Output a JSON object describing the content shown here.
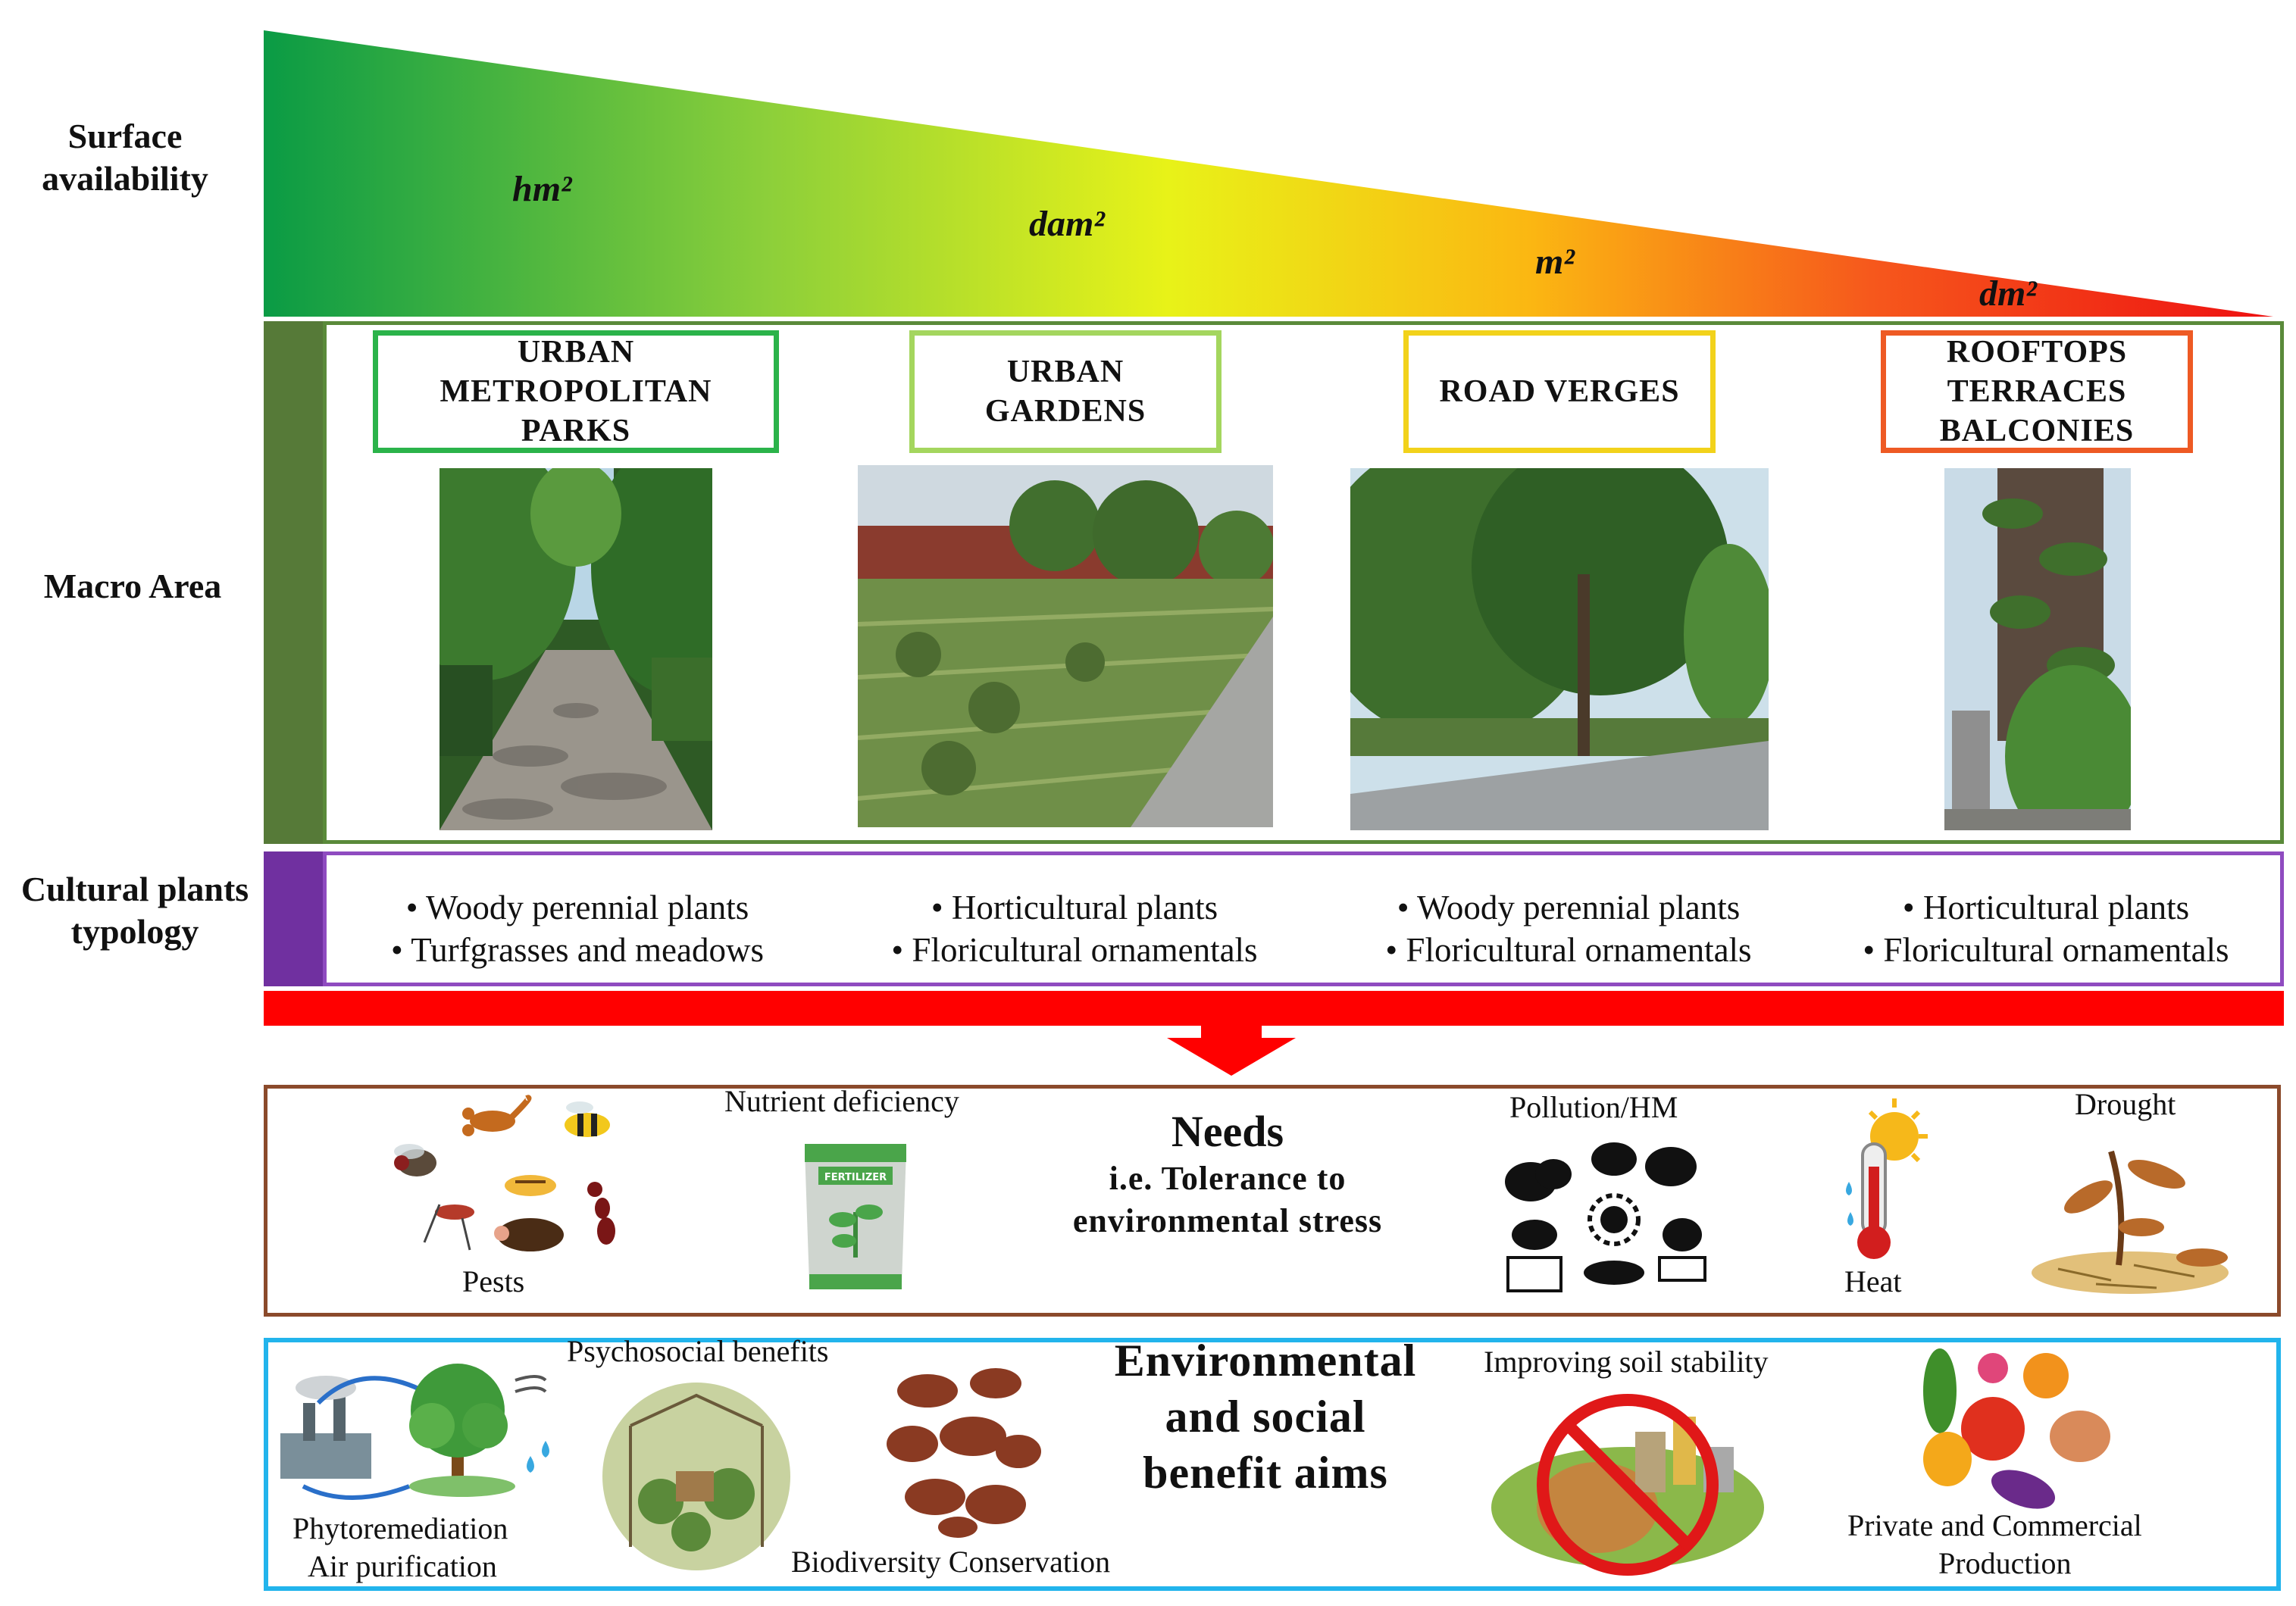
{
  "row_labels": {
    "surface": "Surface availability",
    "macro": "Macro Area",
    "typology": "Cultural plants typology"
  },
  "surface_units": [
    "hm²",
    "dam²",
    "m²",
    "dm²"
  ],
  "macro_areas": [
    {
      "title": "URBAN METROPOLITAN PARKS",
      "color": "#2bb34a",
      "plants": [
        "• Woody perennial plants",
        "• Turfgrasses and meadows"
      ]
    },
    {
      "title": "URBAN GARDENS",
      "color": "#a4d65e",
      "plants": [
        "• Horticultural plants",
        "• Floricultural ornamentals"
      ]
    },
    {
      "title": "ROAD VERGES",
      "color": "#f2d21b",
      "plants": [
        "• Woody perennial plants",
        "• Floricultural ornamentals"
      ]
    },
    {
      "title": "ROOFTOPS TERRACES BALCONIES",
      "color": "#ee5a24",
      "plants": [
        "• Horticultural plants",
        "• Floricultural ornamentals"
      ]
    }
  ],
  "needs": {
    "title": "Needs",
    "subtitle_1": "i.e. Tolerance to",
    "subtitle_2": "environmental stress",
    "items": {
      "pests": "Pests",
      "nutrient": "Nutrient deficiency",
      "fertilizer": "FERTILIZER",
      "pollution": "Pollution/HM",
      "heat": "Heat",
      "drought": "Drought"
    }
  },
  "benefits": {
    "title_1": "Environmental",
    "title_2": "and social",
    "title_3": "benefit aims",
    "items": {
      "phyto_1": "Phytoremediation",
      "phyto_2": "Air purification",
      "psycho": "Psychosocial benefits",
      "biodiversity": "Biodiversity Conservation",
      "soil": "Improving soil stability",
      "production_1": "Private and Commercial",
      "production_2": "Production"
    }
  },
  "colors": {
    "macro_bar": "#567a38",
    "macro_frame": "#5a8a3a",
    "typology_bar": "#7030a0",
    "red_band": "#ff0000",
    "needs_frame": "#8b4a2b",
    "benefits_frame": "#22b4ec"
  }
}
